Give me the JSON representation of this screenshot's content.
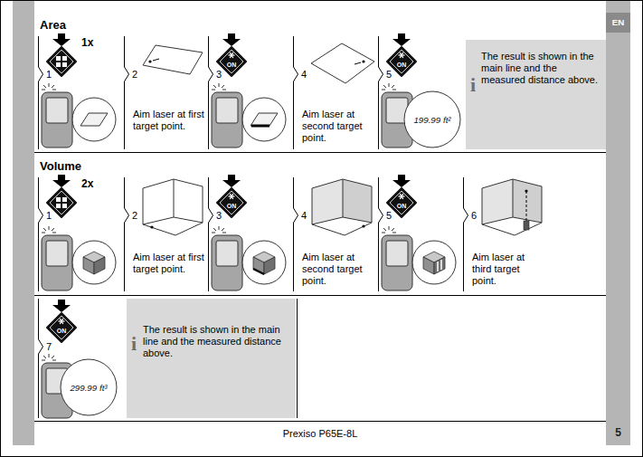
{
  "diagram": {
    "nodes": [
      {
        "text": [
          "Area"
        ]
      },
      {
        "text": [
          "1"
        ],
        "in": 0
      },
      {
        "text": [
          "2",
          "Aim laser at first target point."
        ],
        "in": 0
      },
      {
        "text": [
          "3"
        ],
        "in": 0
      },
      {
        "text": [
          "ON"
        ],
        "in": 3
      },
      {
        "text": [
          "4",
          "Aim laser at second target point."
        ],
        "in": 0
      },
      {
        "text": [
          "5"
        ],
        "in": 0
      },
      {
        "text": [
          "ON"
        ],
        "in": 6
      },
      {
        "text": [
          "199.99 ft²"
        ],
        "in": 6
      },
      {
        "text": [
          "i",
          "The result is shown in the main line and the measured distance above."
        ],
        "in": 0
      },
      {
        "text": [
          "Volume"
        ]
      },
      {
        "text": [
          "1"
        ],
        "in": 10
      },
      {
        "text": [
          "2",
          "Aim laser at first target point."
        ],
        "in": 10
      },
      {
        "text": [
          "3"
        ],
        "in": 10
      },
      {
        "text": [
          "ON"
        ],
        "in": 13
      },
      {
        "text": [
          "4",
          "Aim laser at second target point."
        ],
        "in": 10
      },
      {
        "text": [
          "5"
        ],
        "in": 10
      },
      {
        "text": [
          "ON"
        ],
        "in": 16
      },
      {
        "text": [
          "6",
          "Aim laser at third target point."
        ],
        "in": 10
      },
      {
        "text": [
          "7"
        ],
        "in": 10
      },
      {
        "text": [
          "ON"
        ],
        "in": 19
      },
      {
        "text": [
          "299.99 ft³"
        ],
        "in": 19
      },
      {
        "text": [
          "i",
          "The result is shown in the main line and the measured distance above."
        ],
        "in": 10
      },
      {
        "text": [
          "EN"
        ]
      }
    ],
    "labels": [
      "1x",
      "2x",
      "Prexiso P65E-8L",
      "5"
    ]
  }
}
